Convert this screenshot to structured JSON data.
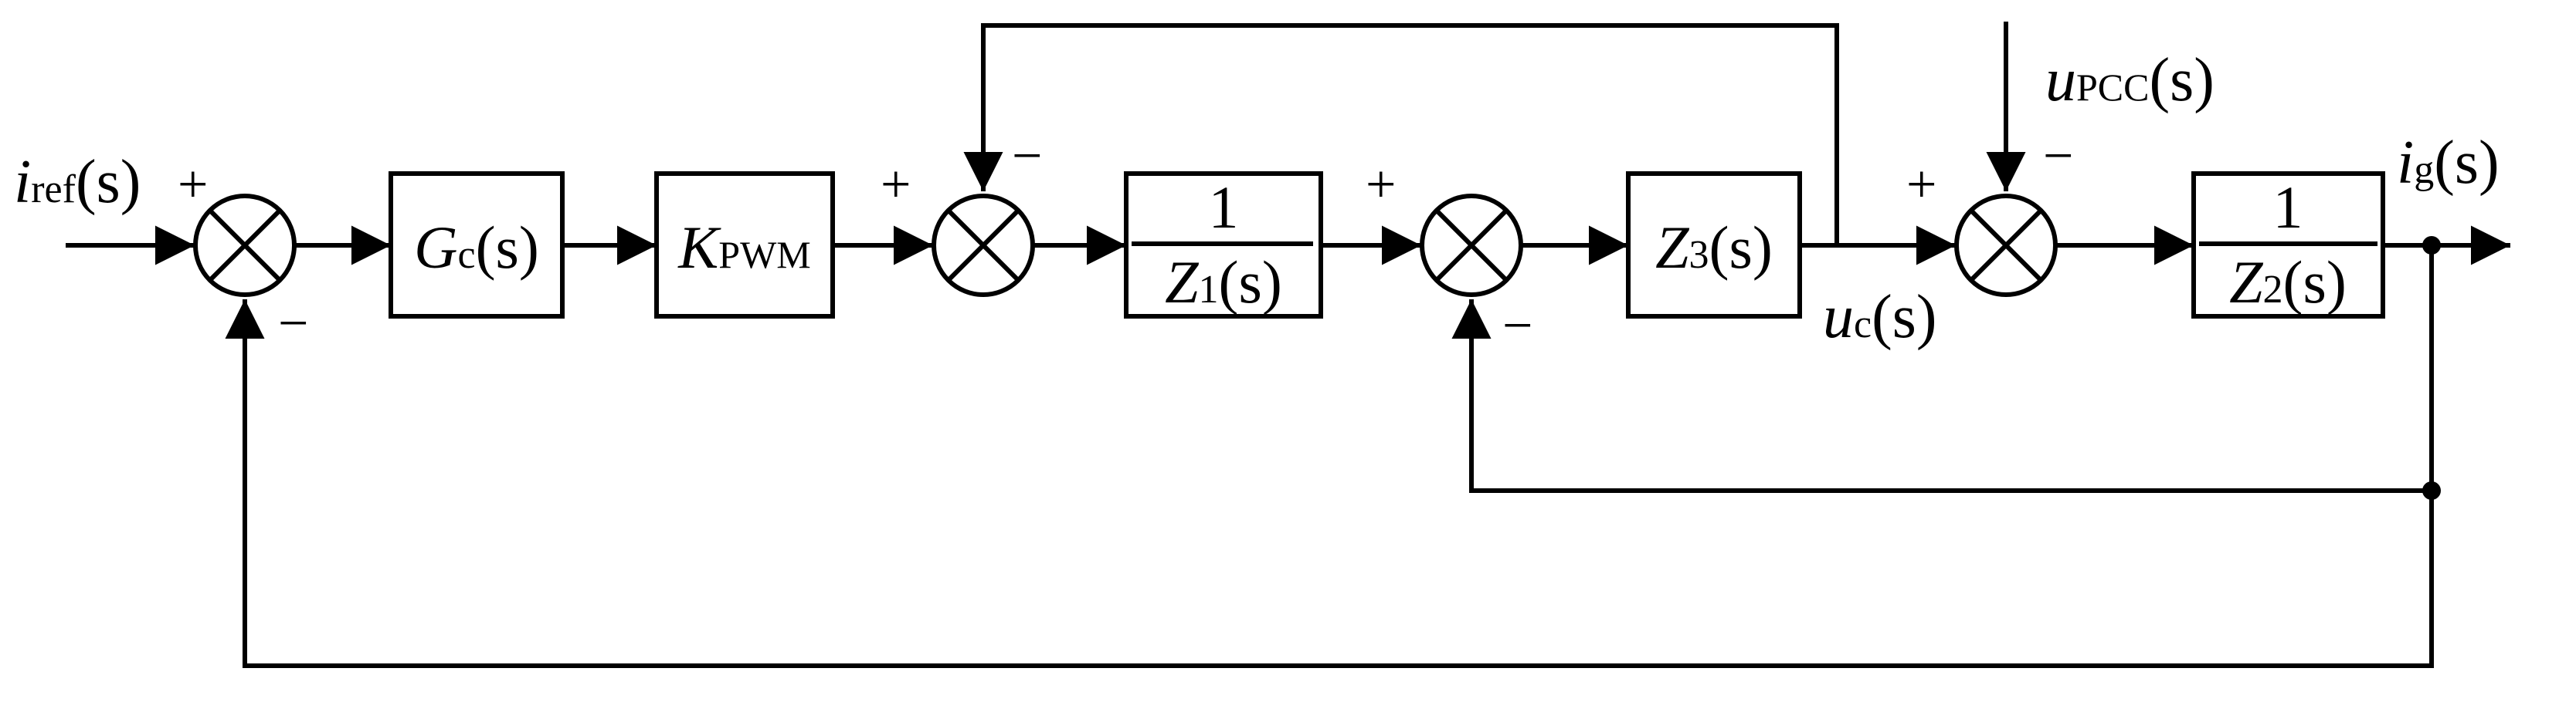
{
  "blocks": {
    "gc": {
      "main": "G",
      "sub": "c",
      "arg": "(s)"
    },
    "kpwm": {
      "main": "K",
      "sub": "PWM"
    },
    "inv_z1": {
      "num": "1",
      "den_main": "Z",
      "den_sub": "1",
      "den_arg": "(s)"
    },
    "z3": {
      "main": "Z",
      "sub": "3",
      "arg": "(s)"
    },
    "inv_z2": {
      "num": "1",
      "den_main": "Z",
      "den_sub": "2",
      "den_arg": "(s)"
    }
  },
  "signals": {
    "iref": {
      "main": "i",
      "sub": "ref",
      "arg": "(s)"
    },
    "upcc": {
      "main": "u",
      "sub": "PCC",
      "arg": "(s)"
    },
    "uc": {
      "main": "u",
      "sub": "c",
      "arg": "(s)"
    },
    "ig": {
      "main": "i",
      "sub": "g",
      "arg": "(s)"
    }
  },
  "signs": {
    "plus": "+",
    "minus": "−"
  }
}
